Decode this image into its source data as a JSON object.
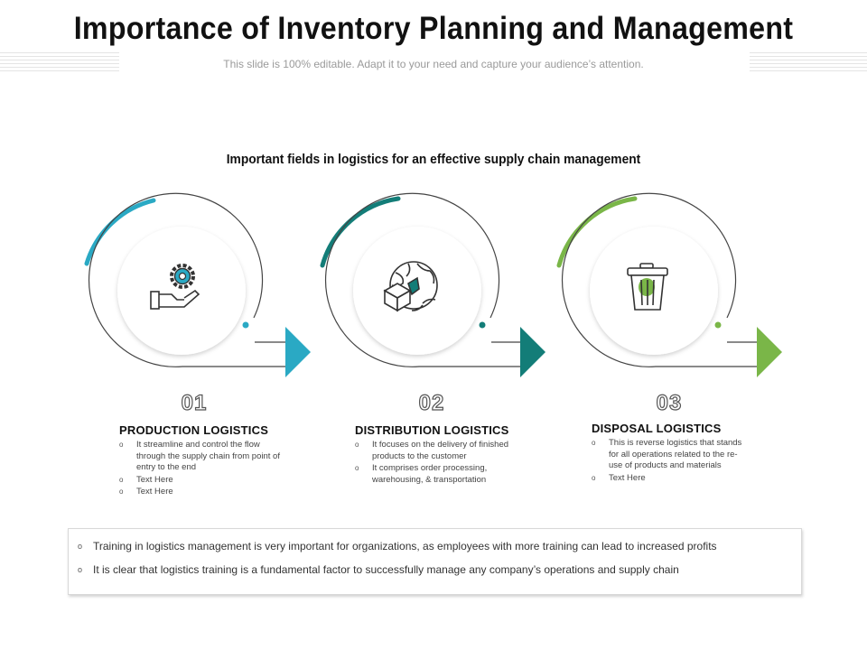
{
  "header": {
    "title": "Importance of Inventory Planning and Management",
    "subtitle": "This slide is 100% editable. Adapt it to your need and capture your audience’s attention."
  },
  "section": {
    "heading": "Important fields in logistics for an effective supply chain management"
  },
  "colors": {
    "accent_1": "#2aa9c4",
    "accent_2": "#137d78",
    "accent_3": "#7ab648",
    "ring_line": "#444444"
  },
  "steps": [
    {
      "number": "01",
      "title": "PRODUCTION LOGISTICS",
      "icon": "gear-hand-icon",
      "bullets": [
        "It streamline and control the flow through the supply chain from point of entry to the end",
        "Text Here",
        "Text Here"
      ]
    },
    {
      "number": "02",
      "title": "DISTRIBUTION LOGISTICS",
      "icon": "globe-package-icon",
      "bullets": [
        "It focuses on the delivery of finished products to the customer",
        "It comprises order processing, warehousing, & transportation"
      ]
    },
    {
      "number": "03",
      "title": "DISPOSAL LOGISTICS",
      "icon": "trash-bin-icon",
      "bullets": [
        "This is reverse logistics that stands for all operations related to the re-use of products and materials",
        "Text Here"
      ]
    }
  ],
  "notes": [
    "Training in logistics management is very important for organizations, as employees with more training can lead to increased profits",
    "It is clear that logistics training is a fundamental factor to successfully manage any company’s operations and supply chain"
  ]
}
